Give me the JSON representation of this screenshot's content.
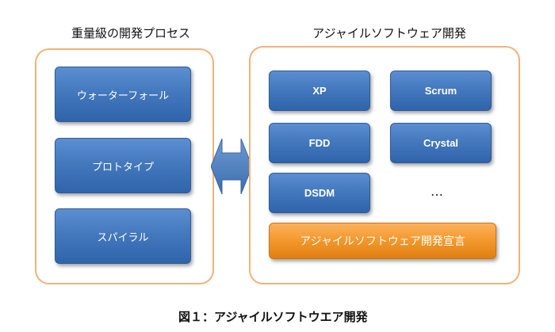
{
  "diagram": {
    "left_heading": "重量級の開発プロセス",
    "right_heading": "アジャイルソフトウェア開発",
    "heavyweight_items": [
      "ウォーターフォール",
      "プロトタイプ",
      "スパイラル"
    ],
    "agile_methods": {
      "xp": "XP",
      "scrum": "Scrum",
      "fdd": "FDD",
      "crystal": "Crystal",
      "dsdm": "DSDM",
      "more": "…"
    },
    "manifesto": "アジャイルソフトウェア開発宣言",
    "caption": "図１：アジャイルソフトウエア開発"
  },
  "colors": {
    "panel_border": "#f0b27a",
    "box_blue": "#4479be",
    "box_orange": "#f59a2f",
    "arrow_blue": "#4f81bd"
  },
  "icons": {
    "connector": "double-headed-arrow"
  }
}
